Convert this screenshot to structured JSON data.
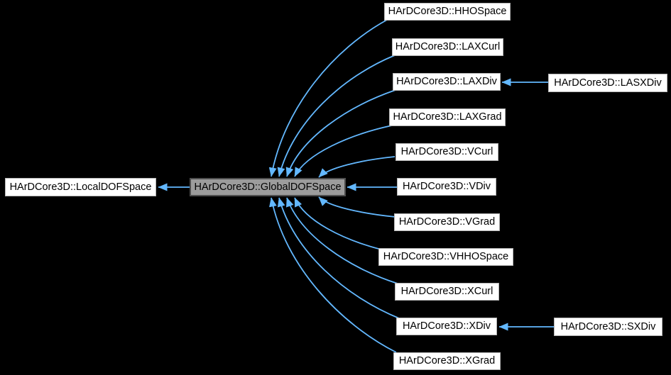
{
  "diagram": {
    "kind": "class-inheritance-graph",
    "colors": {
      "background": "#000000",
      "edge": "#63b8ff",
      "node_fill": "#ffffff",
      "node_border": "#b4b4b4",
      "node_text": "#000000",
      "highlight_fill": "#9c9c9c",
      "highlight_border": "#4e4e4e"
    },
    "nodes": [
      {
        "id": "local",
        "label": "HArDCore3D::LocalDOFSpace",
        "highlight": false
      },
      {
        "id": "global",
        "label": "HArDCore3D::GlobalDOFSpace",
        "highlight": true
      },
      {
        "id": "hho",
        "label": "HArDCore3D::HHOSpace",
        "highlight": false
      },
      {
        "id": "laxcurl",
        "label": "HArDCore3D::LAXCurl",
        "highlight": false
      },
      {
        "id": "laxdiv",
        "label": "HArDCore3D::LAXDiv",
        "highlight": false
      },
      {
        "id": "lasxdiv",
        "label": "HArDCore3D::LASXDiv",
        "highlight": false
      },
      {
        "id": "laxgrad",
        "label": "HArDCore3D::LAXGrad",
        "highlight": false
      },
      {
        "id": "vcurl",
        "label": "HArDCore3D::VCurl",
        "highlight": false
      },
      {
        "id": "vdiv",
        "label": "HArDCore3D::VDiv",
        "highlight": false
      },
      {
        "id": "vgrad",
        "label": "HArDCore3D::VGrad",
        "highlight": false
      },
      {
        "id": "vhho",
        "label": "HArDCore3D::VHHOSpace",
        "highlight": false
      },
      {
        "id": "xcurl",
        "label": "HArDCore3D::XCurl",
        "highlight": false
      },
      {
        "id": "xdiv",
        "label": "HArDCore3D::XDiv",
        "highlight": false
      },
      {
        "id": "sxdiv",
        "label": "HArDCore3D::SXDiv",
        "highlight": false
      },
      {
        "id": "xgrad",
        "label": "HArDCore3D::XGrad",
        "highlight": false
      }
    ],
    "edges": [
      {
        "from": "global",
        "to": "local"
      },
      {
        "from": "hho",
        "to": "global"
      },
      {
        "from": "laxcurl",
        "to": "global"
      },
      {
        "from": "laxdiv",
        "to": "global"
      },
      {
        "from": "lasxdiv",
        "to": "laxdiv"
      },
      {
        "from": "laxgrad",
        "to": "global"
      },
      {
        "from": "vcurl",
        "to": "global"
      },
      {
        "from": "vdiv",
        "to": "global"
      },
      {
        "from": "vgrad",
        "to": "global"
      },
      {
        "from": "vhho",
        "to": "global"
      },
      {
        "from": "xcurl",
        "to": "global"
      },
      {
        "from": "xdiv",
        "to": "global"
      },
      {
        "from": "sxdiv",
        "to": "xdiv"
      },
      {
        "from": "xgrad",
        "to": "global"
      }
    ]
  }
}
